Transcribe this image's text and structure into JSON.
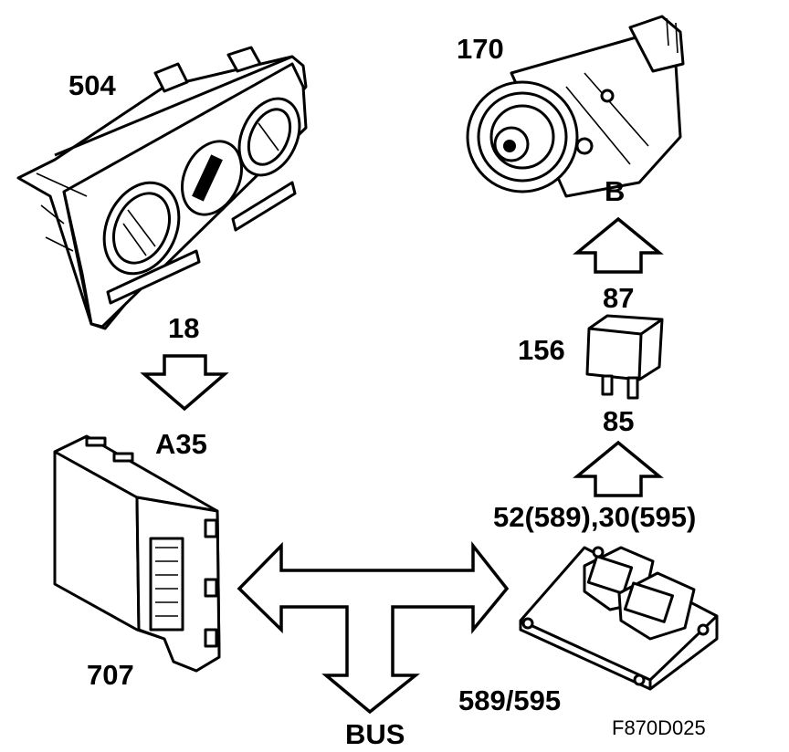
{
  "components": {
    "control_panel": {
      "label": "504"
    },
    "compressor": {
      "label": "170",
      "connection": "B"
    },
    "relay": {
      "label": "156",
      "pin_top": "87",
      "pin_bottom": "85"
    },
    "climate_module": {
      "label": "707",
      "connector": "A35",
      "pin": "18"
    },
    "engine_ecu": {
      "label": "589/595",
      "pins": "52(589),30(595)"
    }
  },
  "bus": {
    "label": "BUS"
  },
  "figure_ref": "F870D025"
}
